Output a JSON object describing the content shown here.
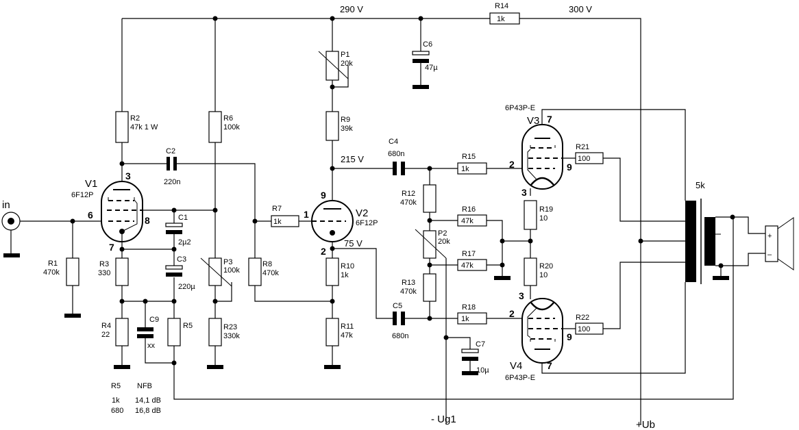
{
  "rails": {
    "v290": "290 V",
    "v300": "300 V",
    "v215": "215 V",
    "v75": "75 V",
    "ub": "+Ub",
    "ug1": "- Ug1"
  },
  "input": {
    "label": "in"
  },
  "tubes": {
    "V1": {
      "name": "V1",
      "type": "6F12P",
      "pins": {
        "anode": "3",
        "grid": "6",
        "screen": "8",
        "cathode": "7"
      }
    },
    "V2": {
      "name": "V2",
      "type": "6F12P",
      "pins": {
        "anode": "9",
        "grid": "1",
        "cathode": "2"
      }
    },
    "V3": {
      "name": "V3",
      "type": "6P43P-E",
      "pins": {
        "anode": "7",
        "grid": "2",
        "screen": "9",
        "cathode": "3"
      }
    },
    "V4": {
      "name": "V4",
      "type": "6P43P-E",
      "pins": {
        "anode": "7",
        "grid": "2",
        "screen": "9",
        "cathode": "3"
      }
    }
  },
  "resistors": {
    "R1": {
      "name": "R1",
      "value": "470k"
    },
    "R2": {
      "name": "R2",
      "value": "47k 1 W"
    },
    "R3": {
      "name": "R3",
      "value": "330"
    },
    "R4": {
      "name": "R4",
      "value": "22"
    },
    "R5": {
      "name": "R5"
    },
    "R6": {
      "name": "R6",
      "value": "100k"
    },
    "R7": {
      "name": "R7",
      "value": "1k"
    },
    "R8": {
      "name": "R8",
      "value": "470k"
    },
    "R9": {
      "name": "R9",
      "value": "39k"
    },
    "R10": {
      "name": "R10",
      "value": "1k"
    },
    "R11": {
      "name": "R11",
      "value": "47k"
    },
    "R12": {
      "name": "R12",
      "value": "470k"
    },
    "R13": {
      "name": "R13",
      "value": "470k"
    },
    "R14": {
      "name": "R14",
      "value": "1k"
    },
    "R15": {
      "name": "R15",
      "value": "1k"
    },
    "R16": {
      "name": "R16",
      "value": "47k"
    },
    "R17": {
      "name": "R17",
      "value": "47k"
    },
    "R18": {
      "name": "R18",
      "value": "1k"
    },
    "R19": {
      "name": "R19",
      "value": "10"
    },
    "R20": {
      "name": "R20",
      "value": "10"
    },
    "R21": {
      "name": "R21",
      "value": "100"
    },
    "R22": {
      "name": "R22",
      "value": "100"
    },
    "R23": {
      "name": "R23",
      "value": "330k"
    },
    "P1": {
      "name": "P1",
      "value": "20k"
    },
    "P2": {
      "name": "P2",
      "value": "20k"
    },
    "P3": {
      "name": "P3",
      "value": "100k"
    }
  },
  "capacitors": {
    "C1": {
      "name": "C1",
      "value": "2µ2"
    },
    "C2": {
      "name": "C2",
      "value": "220n"
    },
    "C3": {
      "name": "C3",
      "value": "220µ"
    },
    "C4": {
      "name": "C4",
      "value": "680n"
    },
    "C5": {
      "name": "C5",
      "value": "680n"
    },
    "C6": {
      "name": "C6",
      "value": "47µ"
    },
    "C7": {
      "name": "C7",
      "value": "10µ"
    },
    "C9": {
      "name": "C9",
      "value": "xx"
    }
  },
  "transformer": {
    "impedance": "5k"
  },
  "speaker": {
    "plus": "+",
    "minus": "–"
  },
  "nfb_table": {
    "headers": [
      "R5",
      "NFB"
    ],
    "rows": [
      [
        "1k",
        "14,1 dB"
      ],
      [
        "680",
        "16,8 dB"
      ]
    ]
  }
}
